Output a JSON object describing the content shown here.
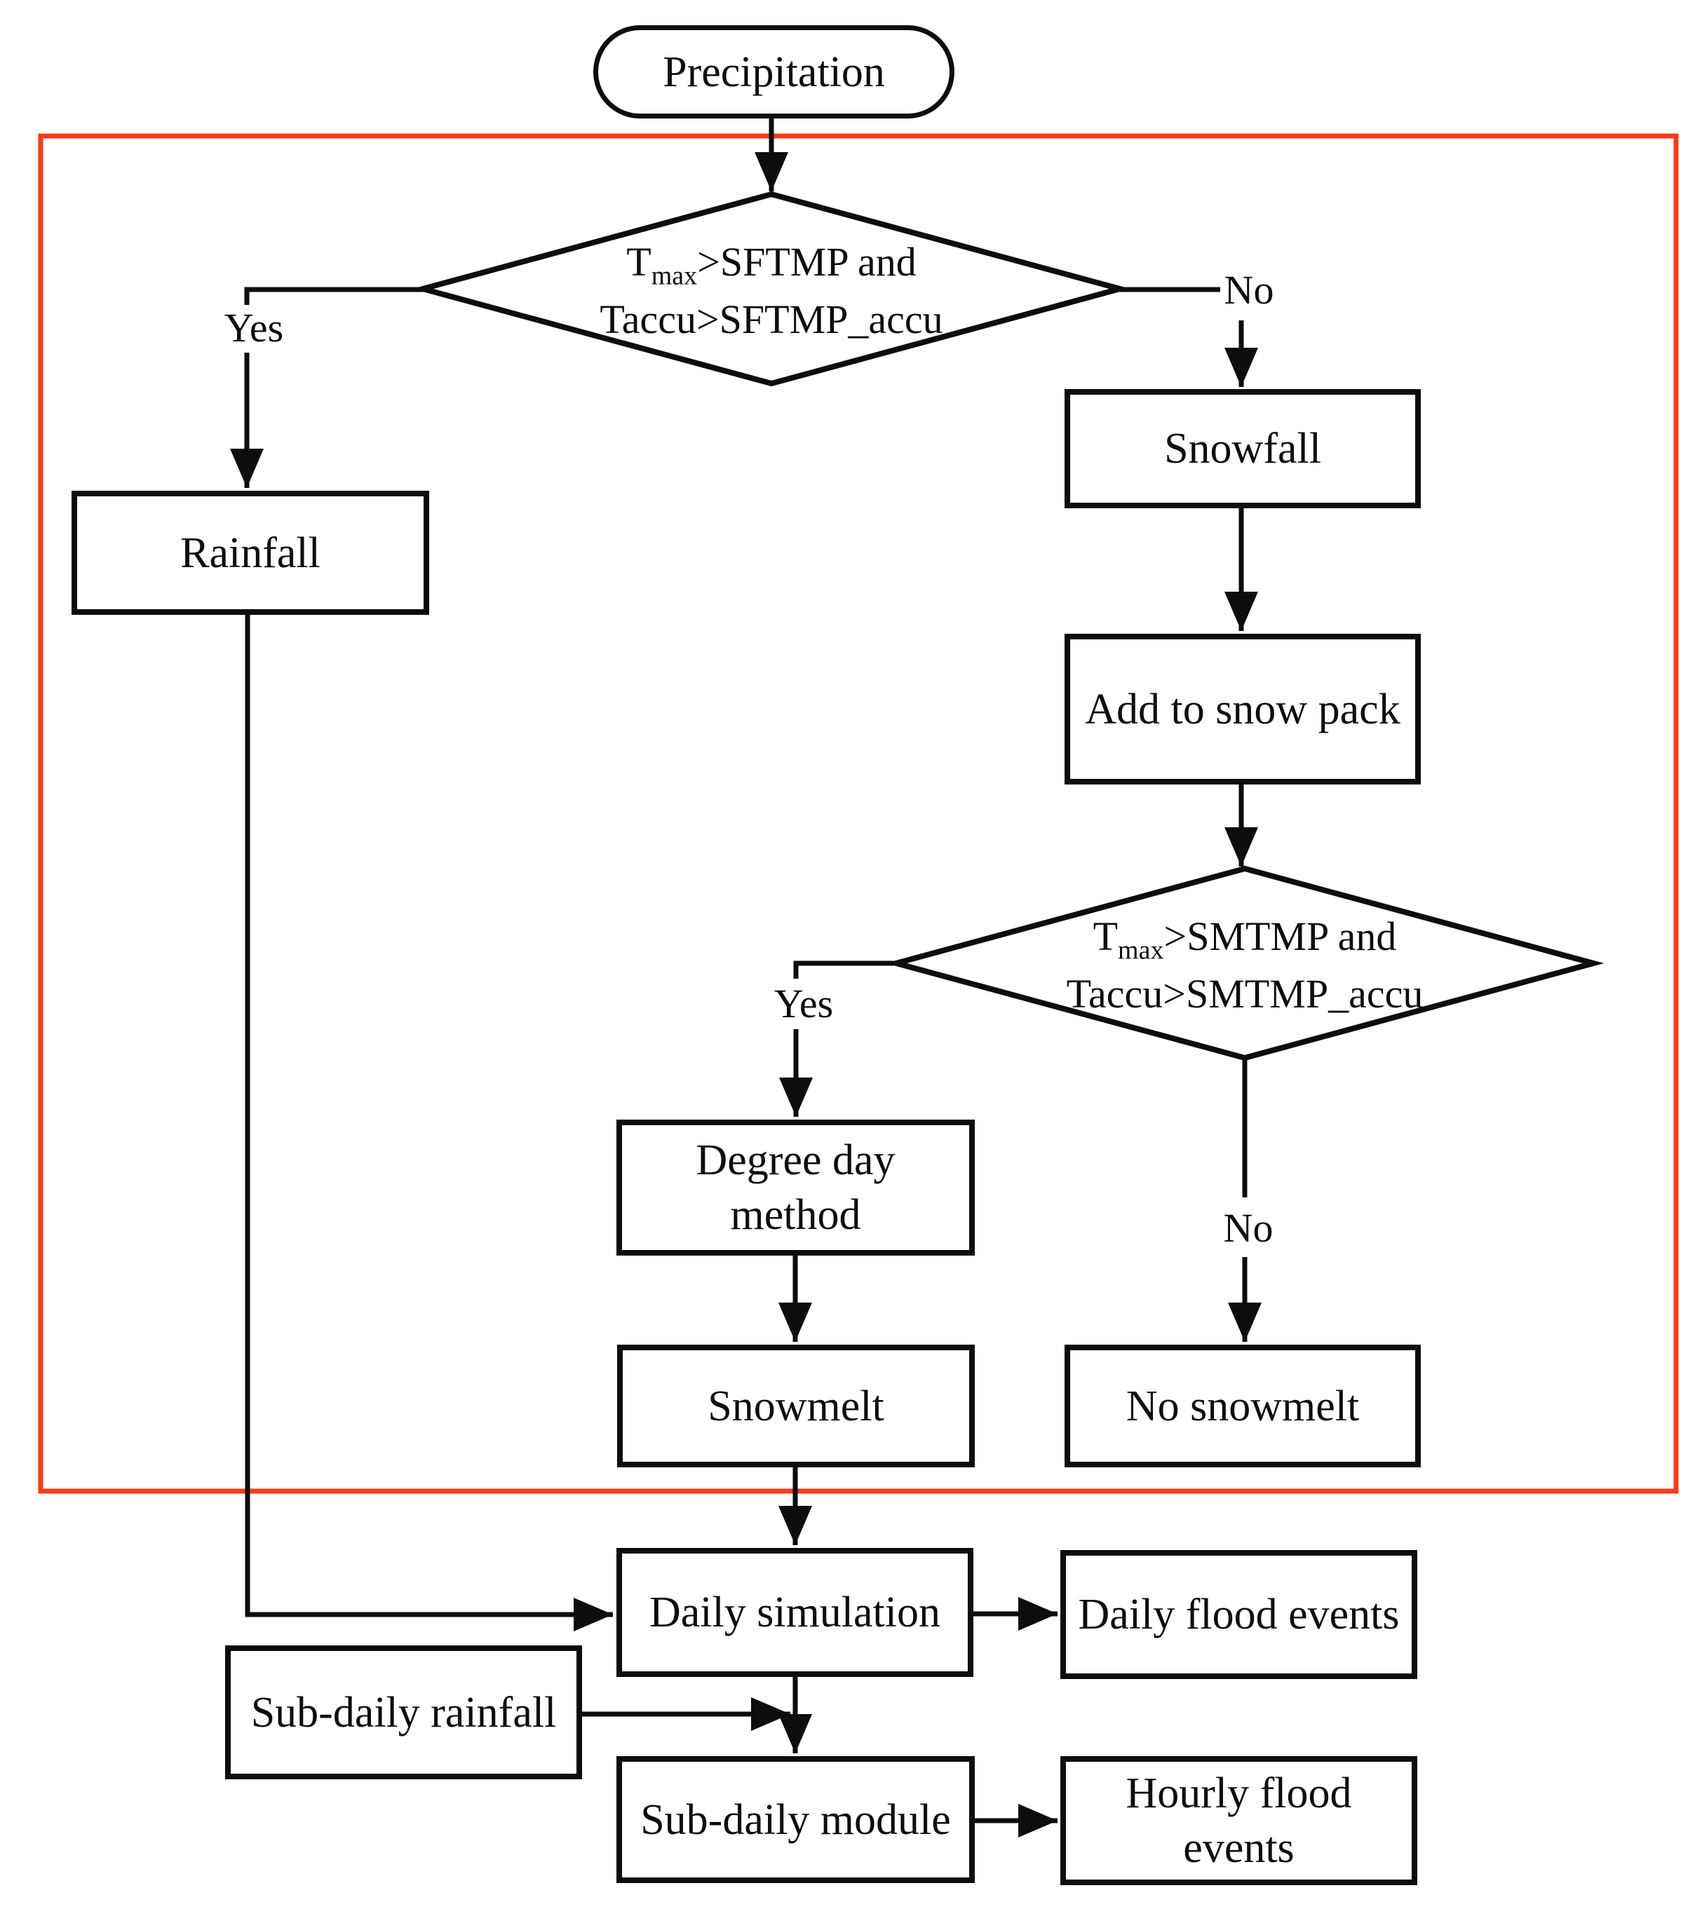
{
  "figure": {
    "kind": "flowchart",
    "background": "#ffffff"
  },
  "colors": {
    "ink": "#0d0d0d",
    "snow_module_border": "#f93a17",
    "node_fill": "#ffffff"
  },
  "nodes": {
    "precipitation": {
      "label": "Precipitation",
      "shape": "stadium"
    },
    "decision_snowfall": {
      "shape": "diamond",
      "l1_pre": "T",
      "l1_sub": "max",
      "l1_post": ">SFTMP and",
      "l2": "Taccu>SFTMP_accu"
    },
    "rainfall": {
      "label": "Rainfall",
      "shape": "process"
    },
    "snowfall": {
      "label": "Snowfall",
      "shape": "process"
    },
    "add_to_snow_pack": {
      "label": "Add to snow pack",
      "shape": "process"
    },
    "decision_snowmelt": {
      "shape": "diamond",
      "l1_pre": "T",
      "l1_sub": "max",
      "l1_post": ">SMTMP and",
      "l2": "Taccu>SMTMP_accu"
    },
    "degree_day_method": {
      "line1": "Degree day",
      "line2": "method",
      "shape": "process"
    },
    "snowmelt": {
      "label": "Snowmelt",
      "shape": "process"
    },
    "no_snowmelt": {
      "label": "No snowmelt",
      "shape": "process"
    },
    "daily_simulation": {
      "label": "Daily simulation",
      "shape": "process"
    },
    "daily_flood_events": {
      "label": "Daily flood events",
      "shape": "process"
    },
    "sub_daily_rainfall": {
      "label": "Sub-daily rainfall",
      "shape": "process"
    },
    "sub_daily_module": {
      "label": "Sub-daily module",
      "shape": "process"
    },
    "hourly_flood_events": {
      "line1": "Hourly flood",
      "line2": "events",
      "shape": "process"
    }
  },
  "edge_labels": {
    "decision_snowfall_yes": "Yes",
    "decision_snowfall_no": "No",
    "decision_snowmelt_yes": "Yes",
    "decision_snowmelt_no": "No"
  }
}
